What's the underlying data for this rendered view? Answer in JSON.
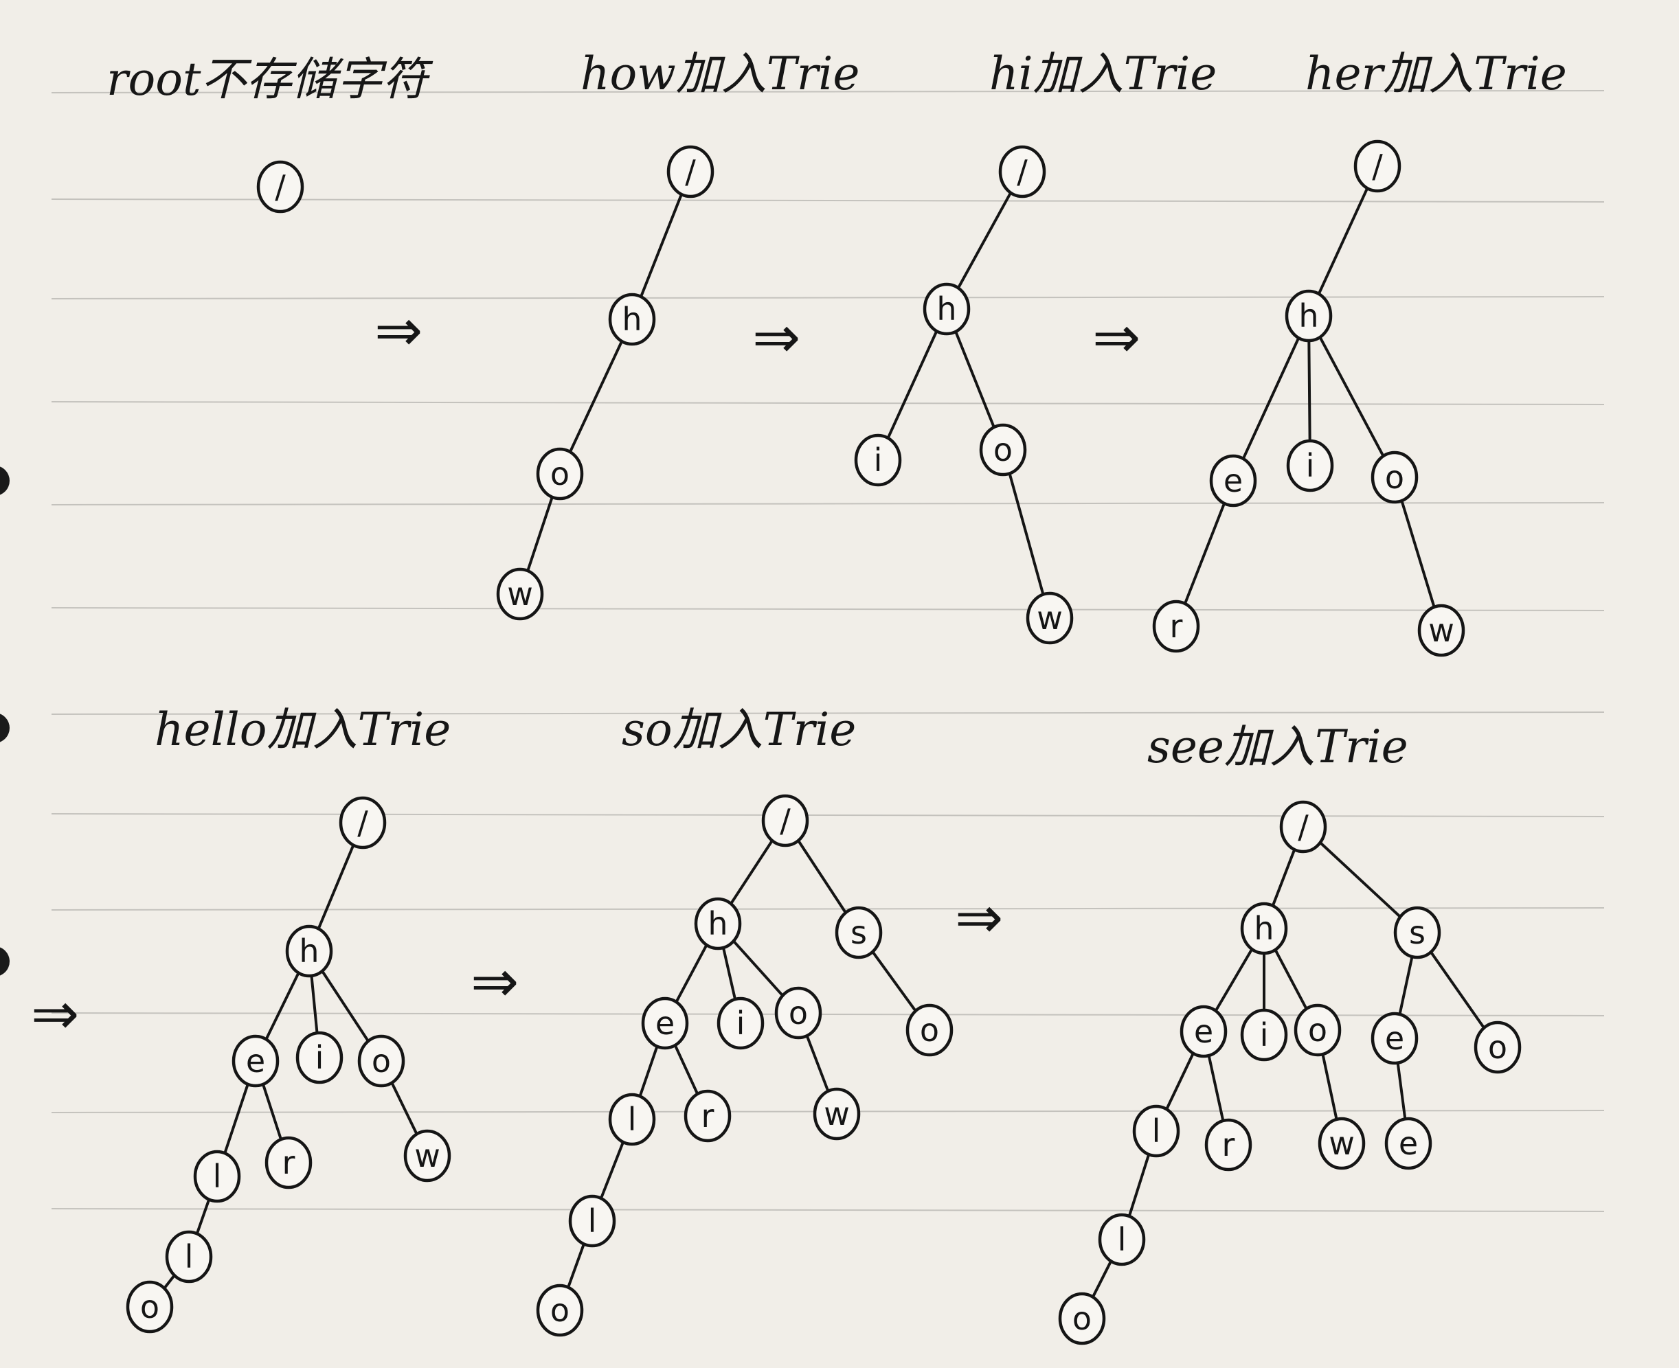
{
  "colors": {
    "paper": "#f1eee8",
    "ink": "#151515",
    "rule": "#c4c2bd"
  },
  "arrow_symbol": "⇒",
  "panels": [
    {
      "id": "p1",
      "caption": "root不存储字符",
      "nodes": [
        {
          "id": "r",
          "label": "/"
        }
      ],
      "edges": []
    },
    {
      "id": "p2",
      "caption": "how加入Trie",
      "nodes": [
        {
          "id": "r",
          "label": "/"
        },
        {
          "id": "h",
          "label": "h"
        },
        {
          "id": "o",
          "label": "o"
        },
        {
          "id": "w",
          "label": "w"
        }
      ],
      "edges": [
        [
          "r",
          "h"
        ],
        [
          "h",
          "o"
        ],
        [
          "o",
          "w"
        ]
      ]
    },
    {
      "id": "p3",
      "caption": "hi加入Trie",
      "nodes": [
        {
          "id": "r",
          "label": "/"
        },
        {
          "id": "h",
          "label": "h"
        },
        {
          "id": "i",
          "label": "i"
        },
        {
          "id": "o",
          "label": "o"
        },
        {
          "id": "w",
          "label": "w"
        }
      ],
      "edges": [
        [
          "r",
          "h"
        ],
        [
          "h",
          "i"
        ],
        [
          "h",
          "o"
        ],
        [
          "o",
          "w"
        ]
      ]
    },
    {
      "id": "p4",
      "caption": "her加入Trie",
      "nodes": [
        {
          "id": "r",
          "label": "/"
        },
        {
          "id": "h",
          "label": "h"
        },
        {
          "id": "e",
          "label": "e"
        },
        {
          "id": "i",
          "label": "i"
        },
        {
          "id": "o",
          "label": "o"
        },
        {
          "id": "rr",
          "label": "r"
        },
        {
          "id": "w",
          "label": "w"
        }
      ],
      "edges": [
        [
          "r",
          "h"
        ],
        [
          "h",
          "e"
        ],
        [
          "h",
          "i"
        ],
        [
          "h",
          "o"
        ],
        [
          "e",
          "rr"
        ],
        [
          "o",
          "w"
        ]
      ]
    },
    {
      "id": "p5",
      "caption": "hello加入Trie",
      "nodes": [
        {
          "id": "r",
          "label": "/"
        },
        {
          "id": "h",
          "label": "h"
        },
        {
          "id": "e",
          "label": "e"
        },
        {
          "id": "i",
          "label": "i"
        },
        {
          "id": "o",
          "label": "o"
        },
        {
          "id": "l1",
          "label": "l"
        },
        {
          "id": "rr",
          "label": "r"
        },
        {
          "id": "w",
          "label": "w"
        },
        {
          "id": "l2",
          "label": "l"
        },
        {
          "id": "o2",
          "label": "o"
        }
      ],
      "edges": [
        [
          "r",
          "h"
        ],
        [
          "h",
          "e"
        ],
        [
          "h",
          "i"
        ],
        [
          "h",
          "o"
        ],
        [
          "e",
          "l1"
        ],
        [
          "e",
          "rr"
        ],
        [
          "o",
          "w"
        ],
        [
          "l1",
          "l2"
        ],
        [
          "l2",
          "o2"
        ]
      ]
    },
    {
      "id": "p6",
      "caption": "so加入Trie",
      "nodes": [
        {
          "id": "r",
          "label": "/"
        },
        {
          "id": "h",
          "label": "h"
        },
        {
          "id": "s",
          "label": "s"
        },
        {
          "id": "e",
          "label": "e"
        },
        {
          "id": "i",
          "label": "i"
        },
        {
          "id": "o",
          "label": "o"
        },
        {
          "id": "so",
          "label": "o"
        },
        {
          "id": "l1",
          "label": "l"
        },
        {
          "id": "rr",
          "label": "r"
        },
        {
          "id": "w",
          "label": "w"
        },
        {
          "id": "l2",
          "label": "l"
        },
        {
          "id": "o2",
          "label": "o"
        }
      ],
      "edges": [
        [
          "r",
          "h"
        ],
        [
          "r",
          "s"
        ],
        [
          "h",
          "e"
        ],
        [
          "h",
          "i"
        ],
        [
          "h",
          "o"
        ],
        [
          "s",
          "so"
        ],
        [
          "e",
          "l1"
        ],
        [
          "e",
          "rr"
        ],
        [
          "o",
          "w"
        ],
        [
          "l1",
          "l2"
        ],
        [
          "l2",
          "o2"
        ]
      ]
    },
    {
      "id": "p7",
      "caption": "see加入Trie",
      "nodes": [
        {
          "id": "r",
          "label": "/"
        },
        {
          "id": "h",
          "label": "h"
        },
        {
          "id": "s",
          "label": "s"
        },
        {
          "id": "e",
          "label": "e"
        },
        {
          "id": "i",
          "label": "i"
        },
        {
          "id": "o",
          "label": "o"
        },
        {
          "id": "se",
          "label": "e"
        },
        {
          "id": "so",
          "label": "o"
        },
        {
          "id": "l1",
          "label": "l"
        },
        {
          "id": "rr",
          "label": "r"
        },
        {
          "id": "w",
          "label": "w"
        },
        {
          "id": "see",
          "label": "e"
        },
        {
          "id": "l2",
          "label": "l"
        },
        {
          "id": "o2",
          "label": "o"
        }
      ],
      "edges": [
        [
          "r",
          "h"
        ],
        [
          "r",
          "s"
        ],
        [
          "h",
          "e"
        ],
        [
          "h",
          "i"
        ],
        [
          "h",
          "o"
        ],
        [
          "s",
          "se"
        ],
        [
          "s",
          "so"
        ],
        [
          "e",
          "l1"
        ],
        [
          "e",
          "rr"
        ],
        [
          "o",
          "w"
        ],
        [
          "se",
          "see"
        ],
        [
          "l1",
          "l2"
        ],
        [
          "l2",
          "o2"
        ]
      ]
    }
  ]
}
